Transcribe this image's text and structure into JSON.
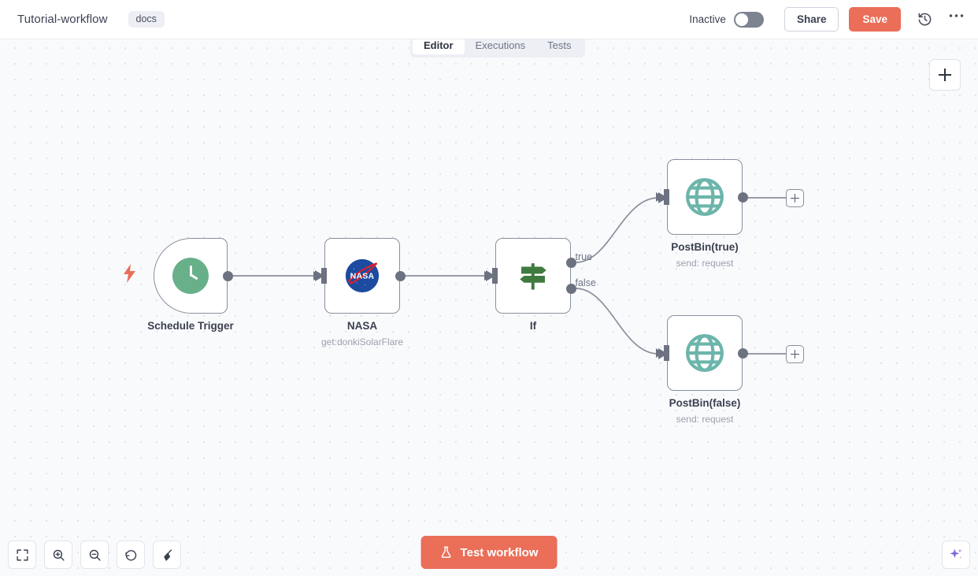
{
  "header": {
    "workflow_title": "Tutorial-workflow",
    "docs_tag": "docs",
    "active_state_label": "Inactive",
    "share_label": "Share",
    "save_label": "Save",
    "history_icon": "history-icon",
    "more_icon": "ellipsis-icon",
    "save_color": "#ea6e58"
  },
  "tabs": [
    {
      "label": "Editor",
      "active": true
    },
    {
      "label": "Executions",
      "active": false
    },
    {
      "label": "Tests",
      "active": false
    }
  ],
  "canvas": {
    "background_color": "#f9fafc",
    "dot_color": "#dcdfe8",
    "add_node_icon": "plus-icon",
    "nodes": [
      {
        "id": "schedule-trigger",
        "title": "Schedule Trigger",
        "subtitle": "",
        "icon": "clock-icon",
        "icon_color": "#67b08a",
        "type": "trigger",
        "trigger_icon": "lightning-bolt-icon"
      },
      {
        "id": "nasa",
        "title": "NASA",
        "subtitle": "get:donkiSolarFlare",
        "icon": "nasa-logo-icon",
        "icon_color": "#1c4ba0",
        "type": "action"
      },
      {
        "id": "if",
        "title": "If",
        "subtitle": "",
        "icon": "signpost-icon",
        "icon_color": "#3f7a3f",
        "type": "condition",
        "outputs": [
          "true",
          "false"
        ]
      },
      {
        "id": "postbin-true",
        "title": "PostBin(true)",
        "subtitle": "send: request",
        "icon": "globe-icon",
        "icon_color": "#6cb5ab",
        "type": "action"
      },
      {
        "id": "postbin-false",
        "title": "PostBin(false)",
        "subtitle": "send: request",
        "icon": "globe-icon",
        "icon_color": "#6cb5ab",
        "type": "action"
      }
    ]
  },
  "toolbar": {
    "buttons": [
      {
        "name": "fit-to-view",
        "icon": "fit-screen-icon"
      },
      {
        "name": "zoom-in",
        "icon": "zoom-in-icon"
      },
      {
        "name": "zoom-out",
        "icon": "zoom-out-icon"
      },
      {
        "name": "reset-zoom",
        "icon": "undo-icon"
      },
      {
        "name": "tidy-up",
        "icon": "broom-icon"
      }
    ],
    "test_workflow_label": "Test workflow",
    "test_workflow_icon": "flask-icon",
    "test_workflow_color": "#ea6e58",
    "ai_assistant_icon": "sparkle-icon",
    "ai_assistant_color": "#7b6ce0"
  }
}
